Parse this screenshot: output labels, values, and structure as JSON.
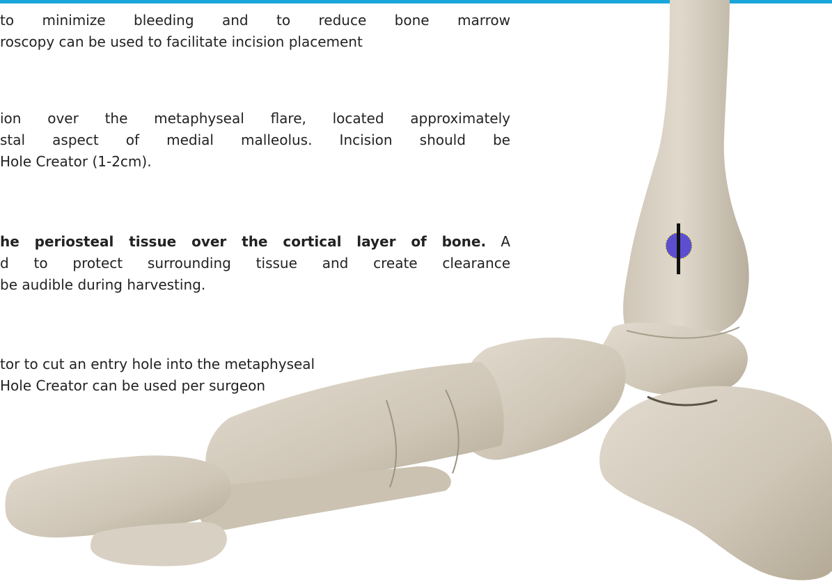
{
  "accent_color": "#1aa6d9",
  "bone_color": "#d4cbbd",
  "marker_color": "#5b4fd0",
  "marker_outline_color": "#f2e23a",
  "paragraphs": [
    {
      "lines": [
        "to minimize bleeding and to reduce bone marrow",
        "roscopy can be used to facilitate incision placement"
      ]
    },
    {
      "lines": [
        "ion over the metaphyseal flare, located approximately",
        "stal aspect of medial malleolus. Incision should be",
        "Hole Creator (1-2cm)."
      ]
    },
    {
      "line1_bold": "he periosteal tissue over the cortical layer of bone.",
      "line1_rest": " A",
      "lines_rest": [
        "d to protect surrounding tissue and create clearance",
        "be audible during harvesting."
      ]
    },
    {
      "lines": [
        "tor to cut an entry hole into the metaphyseal",
        "Hole Creator can be used per surgeon"
      ]
    }
  ],
  "illustration": {
    "subject": "foot-ankle-skeleton",
    "marker": "incision-site-marker"
  }
}
